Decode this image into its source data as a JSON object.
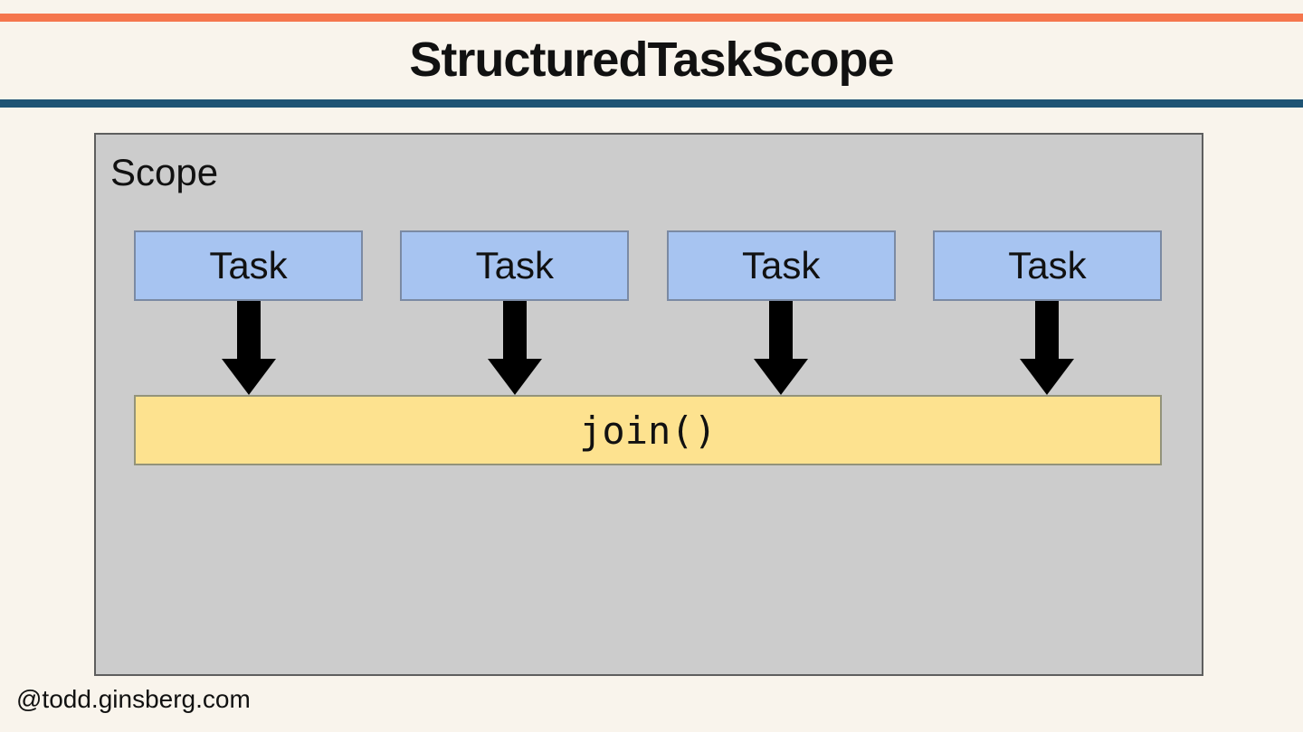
{
  "slide": {
    "title": "StructuredTaskScope",
    "footer": "@todd.ginsberg.com"
  },
  "diagram": {
    "scope_label": "Scope",
    "tasks": [
      {
        "label": "Task"
      },
      {
        "label": "Task"
      },
      {
        "label": "Task"
      },
      {
        "label": "Task"
      }
    ],
    "join_label": "join()",
    "arrow_icon": "down-arrow"
  },
  "colors": {
    "background": "#f9f4ec",
    "top_rule": "#f5764d",
    "title_rule": "#1e5474",
    "scope_fill": "#cccccc",
    "scope_border": "#5e5e5e",
    "task_fill": "#a7c4f1",
    "task_border": "#7b8aa3",
    "join_fill": "#fde28f",
    "join_border": "#93937a",
    "arrow": "#000000"
  }
}
